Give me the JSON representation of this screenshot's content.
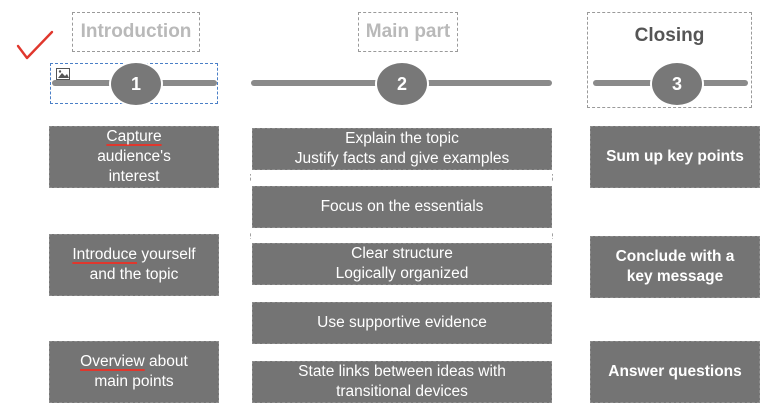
{
  "columns": [
    {
      "header": "Introduction",
      "number": "1",
      "items": [
        {
          "underlined": "Capture",
          "rest": "",
          "line2": "audience's",
          "line3": "interest"
        },
        {
          "underlined": "Introduce",
          "rest": " yourself",
          "line2": "and the topic"
        },
        {
          "underlined": "Overview",
          "rest": " about",
          "line2": "main points"
        }
      ]
    },
    {
      "header": "Main part",
      "number": "2",
      "items": [
        {
          "line1": "Explain the topic",
          "line2": "Justify facts and give examples"
        },
        {
          "line1": "Focus on the essentials"
        },
        {
          "line1": "Clear structure",
          "line2": "Logically organized"
        },
        {
          "line1": "Use supportive evidence"
        },
        {
          "line1": "State links between ideas with",
          "line2": "transitional devices"
        }
      ]
    },
    {
      "header": "Closing",
      "number": "3",
      "items": [
        {
          "line1": "Sum up key points"
        },
        {
          "line1": "Conclude with a",
          "line2": "key message"
        },
        {
          "line1": "Answer questions"
        }
      ]
    }
  ],
  "annotations": {
    "checkmark": "red-checkmark-icon",
    "image_placeholder": "image-icon",
    "underline_color": "#e0372d",
    "box_color": "#747474"
  }
}
